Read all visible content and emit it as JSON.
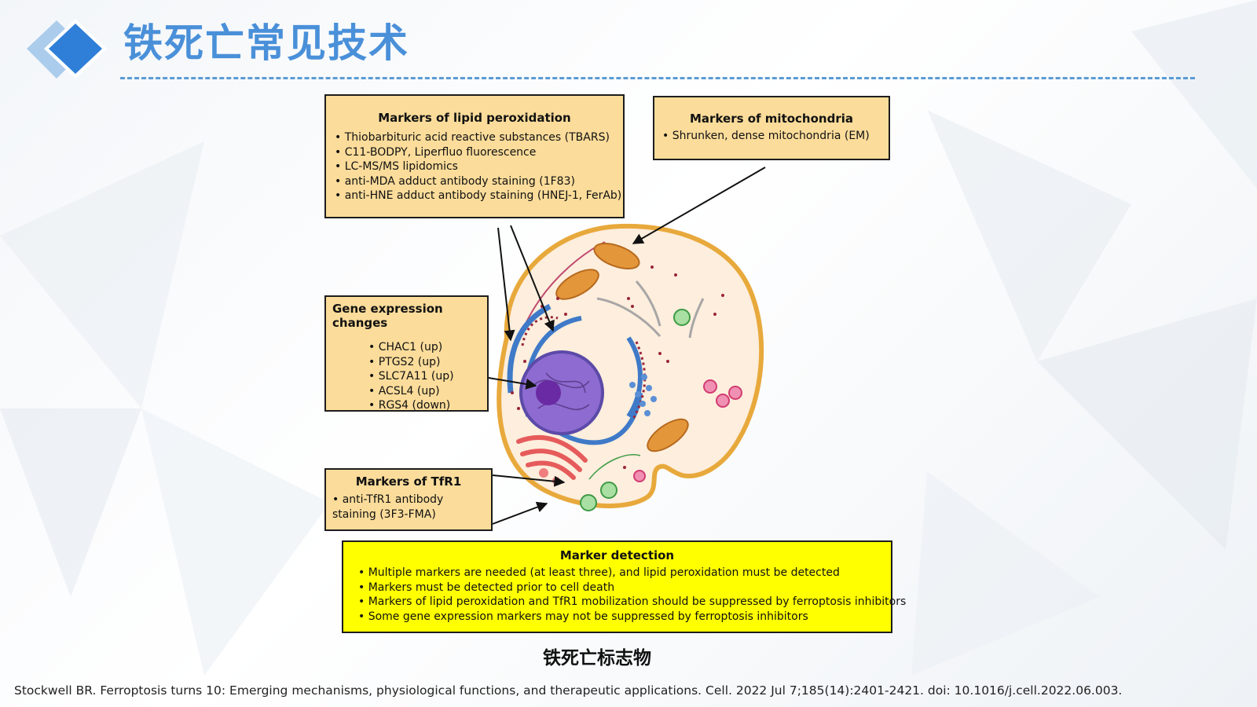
{
  "header": {
    "title": "铁死亡常见技术",
    "logo_icon": "diamond-icon",
    "accent_color": "#4a90d9"
  },
  "diagram": {
    "lipid_box": {
      "title": "Markers of lipid peroxidation",
      "items": [
        "Thiobarbituric acid reactive substances (TBARS)",
        "C11-BODPY, Liperfluo fluorescence",
        "LC-MS/MS lipidomics",
        "anti-MDA adduct antibody staining (1F83)",
        "anti-HNE adduct antibody staining (HNEJ-1, FerAb)"
      ]
    },
    "mito_box": {
      "title": "Markers of mitochondria",
      "items": [
        "Shrunken, dense mitochondria (EM)"
      ]
    },
    "gene_box": {
      "title": "Gene expression changes",
      "items": [
        "CHAC1 (up)",
        "PTGS2 (up)",
        "SLC7A11 (up)",
        "ACSL4 (up)",
        "RGS4 (down)"
      ]
    },
    "tfr_box": {
      "title": "Markers of TfR1",
      "items": [
        "• anti-TfR1 antibody staining (3F3-FMA)"
      ]
    },
    "detection_box": {
      "title": "Marker detection",
      "items": [
        "Multiple markers are needed (at least three), and lipid peroxidation must be detected",
        "Markers must be detected prior to cell death",
        "Markers of lipid peroxidation and TfR1 mobilization should be suppressed by ferroptosis inhibitors",
        "Some gene expression markers may not be suppressed by ferroptosis inhibitors"
      ]
    },
    "box_fill_color": "#fbdc9a",
    "detection_fill_color": "#ffff00"
  },
  "caption": "铁死亡标志物",
  "citation": "Stockwell BR. Ferroptosis turns 10: Emerging mechanisms, physiological functions, and therapeutic applications. Cell. 2022 Jul 7;185(14):2401-2421. doi: 10.1016/j.cell.2022.06.003."
}
